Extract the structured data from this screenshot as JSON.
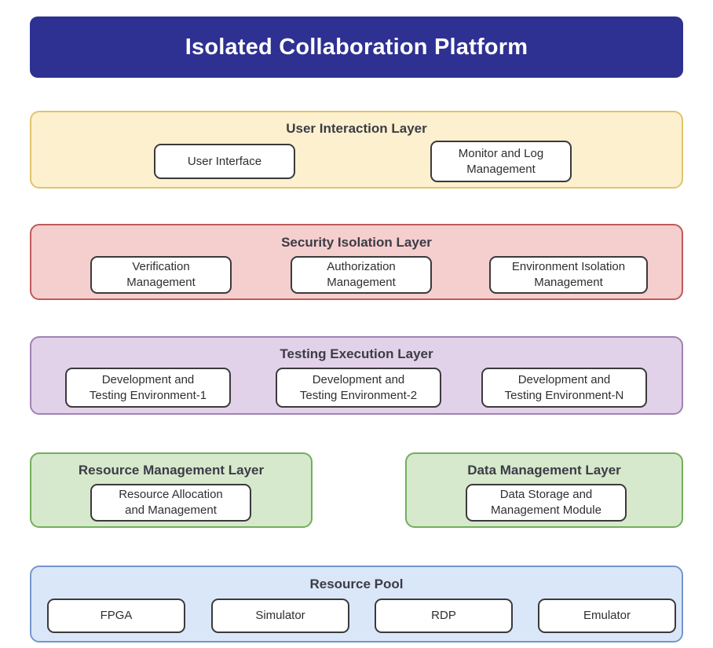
{
  "title": "Isolated Collaboration Platform",
  "theme": {
    "banner_bg": "#2E3192",
    "banner_text": "#FFFFFF",
    "layer_title_text": "#3C3C46",
    "node_bg": "#FFFFFF",
    "node_border": "#3A3A3C",
    "node_text": "#2F2F33",
    "user_layer_bg": "#FCF0CF",
    "user_layer_border": "#E0C46C",
    "security_layer_bg": "#F5CECE",
    "security_layer_border": "#BF5A5A",
    "testing_layer_bg": "#E2D2E9",
    "testing_layer_border": "#A080B5",
    "management_layer_bg": "#D6E9CC",
    "management_layer_border": "#72AE5C",
    "pool_layer_bg": "#DAE7F8",
    "pool_layer_border": "#7396CE"
  },
  "layers": [
    {
      "id": "user-interaction-layer",
      "title": "User Interaction Layer",
      "nodes": [
        {
          "id": "user-interface",
          "label": "User Interface"
        },
        {
          "id": "monitor-and-log-management",
          "label": "Monitor and Log\nManagement"
        }
      ]
    },
    {
      "id": "security-isolation-layer",
      "title": "Security Isolation Layer",
      "nodes": [
        {
          "id": "verification-management",
          "label": "Verification\nManagement"
        },
        {
          "id": "authorization-management",
          "label": "Authorization\nManagement"
        },
        {
          "id": "environment-isolation-management",
          "label": "Environment Isolation\nManagement"
        }
      ]
    },
    {
      "id": "testing-execution-layer",
      "title": "Testing Execution Layer",
      "nodes": [
        {
          "id": "development-and-testing-environment-1",
          "label": "Development and\nTesting Environment-1"
        },
        {
          "id": "development-and-testing-environment-2",
          "label": "Development and\nTesting Environment-2"
        },
        {
          "id": "development-and-testing-environment-n",
          "label": "Development and\nTesting Environment-N"
        }
      ]
    },
    {
      "id": "resource-management-layer",
      "title": "Resource Management Layer",
      "nodes": [
        {
          "id": "resource-allocation-and-management",
          "label": "Resource Allocation\nand Management"
        }
      ]
    },
    {
      "id": "data-management-layer",
      "title": "Data Management Layer",
      "nodes": [
        {
          "id": "data-storage-and-management-module",
          "label": "Data Storage and\nManagement Module"
        }
      ]
    },
    {
      "id": "resource-pool",
      "title": "Resource Pool",
      "nodes": [
        {
          "id": "fpga",
          "label": "FPGA"
        },
        {
          "id": "simulator",
          "label": "Simulator"
        },
        {
          "id": "rdp",
          "label": "RDP"
        },
        {
          "id": "emulator",
          "label": "Emulator"
        }
      ]
    }
  ]
}
